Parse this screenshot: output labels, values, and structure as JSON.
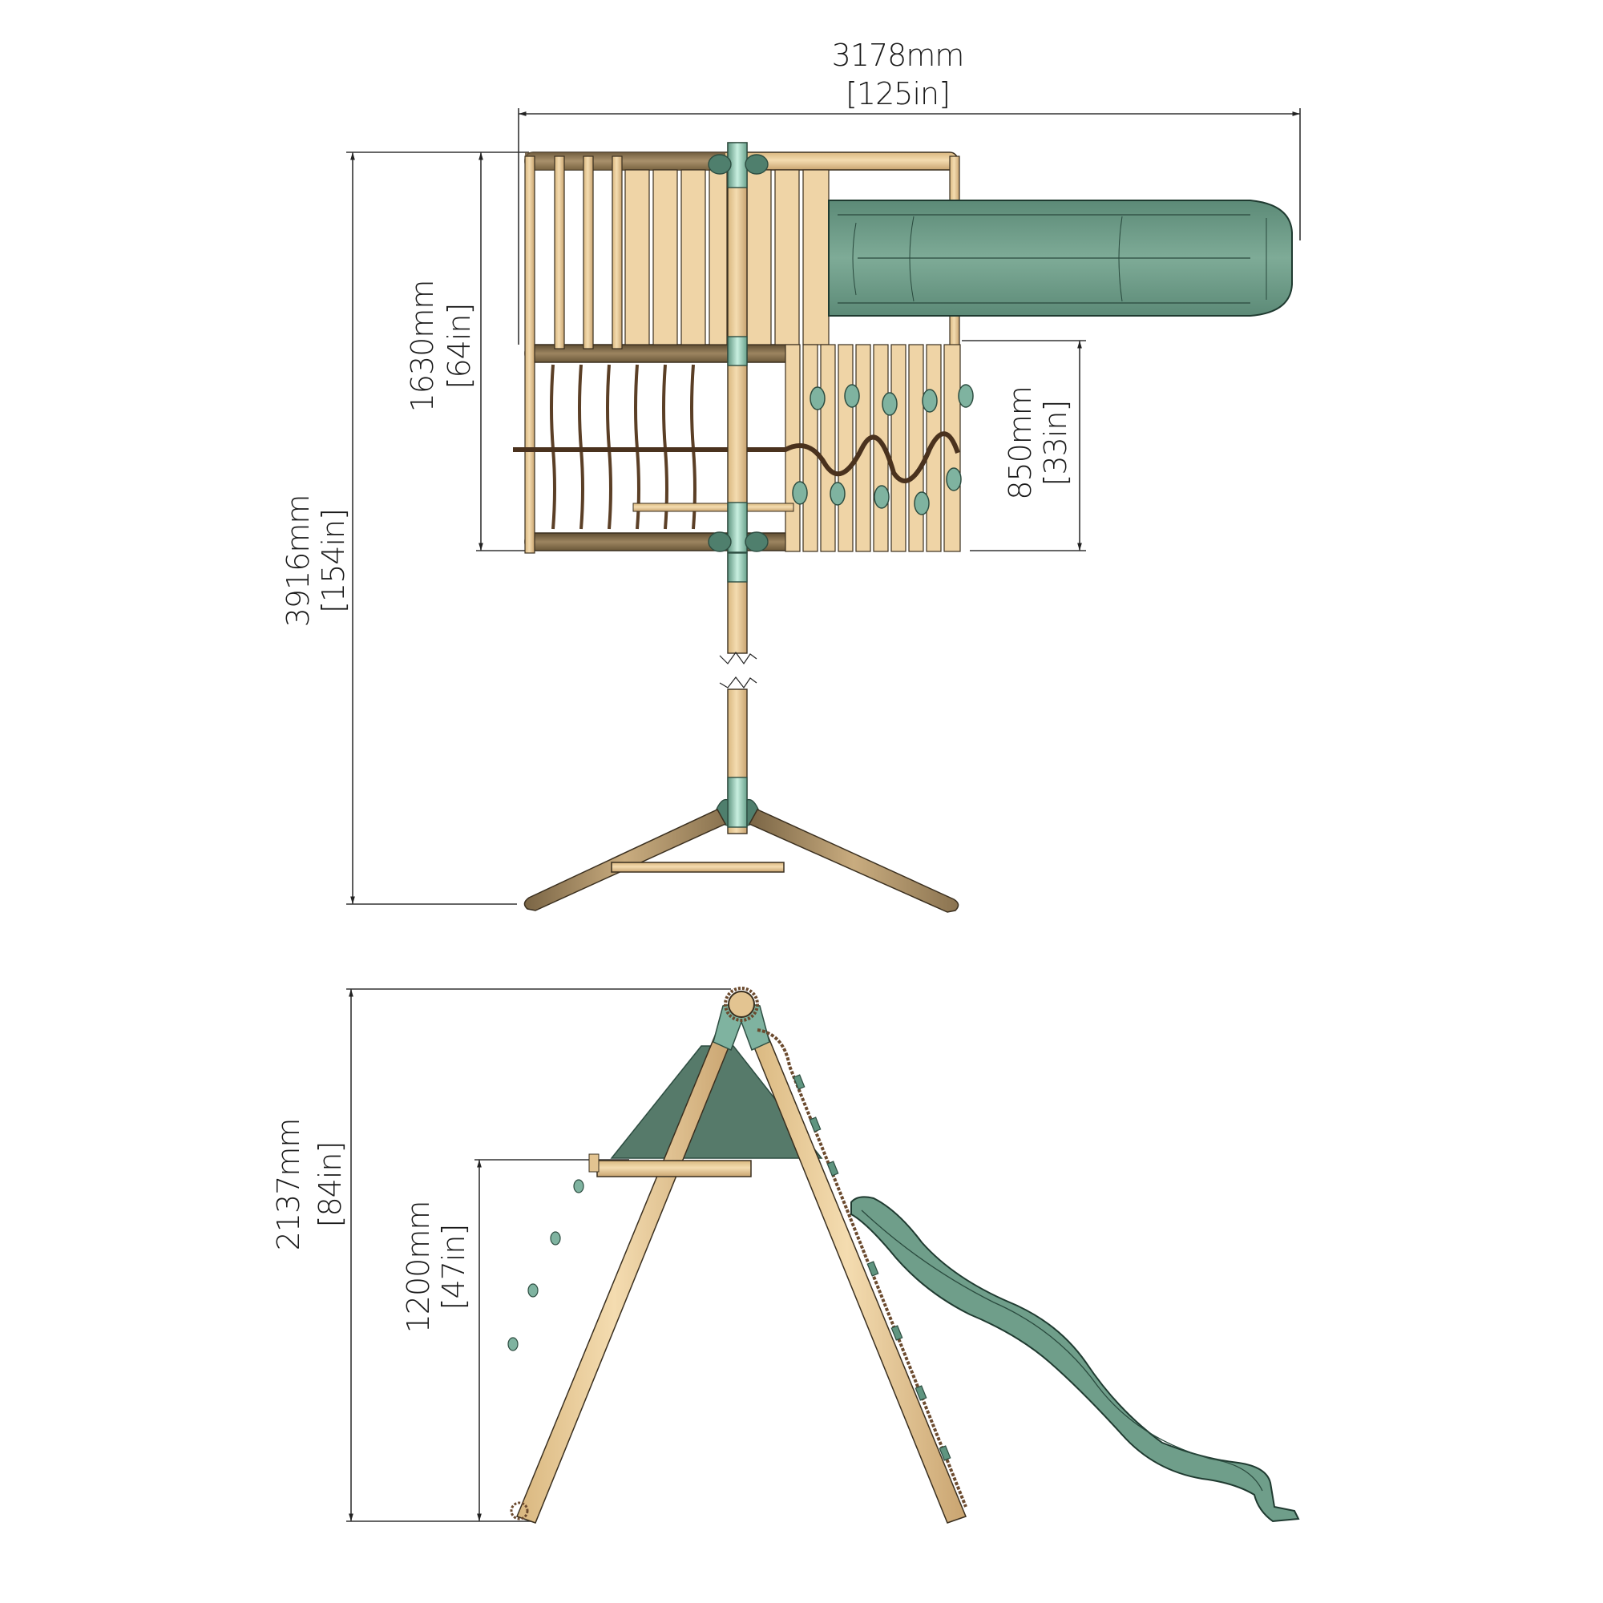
{
  "drawing": {
    "title": "Swing set with climbing frame and slide - dimension drawing",
    "views": [
      "plan-view",
      "side-elevation"
    ]
  },
  "dimensions": {
    "overall_width": {
      "mm": "3178mm",
      "in": "[125in]"
    },
    "overall_length": {
      "mm": "3916mm",
      "in": "[154in]"
    },
    "frame_depth": {
      "mm": "1630mm",
      "in": "[64in]"
    },
    "climbing_wall_width": {
      "mm": "850mm",
      "in": "[33in]"
    },
    "overall_height": {
      "mm": "2137mm",
      "in": "[84in]"
    },
    "platform_height": {
      "mm": "1200mm",
      "in": "[47in]"
    }
  },
  "colors": {
    "wood": "#EBCB98",
    "wood_shadow": "#8C7550",
    "wood_dark": "#6E5A3C",
    "green_plastic": "#6F9E8A",
    "green_dark": "#557A6A",
    "green_connector": "#A7D7C3",
    "rope": "#6B4A2E",
    "dim_line": "#333333"
  }
}
